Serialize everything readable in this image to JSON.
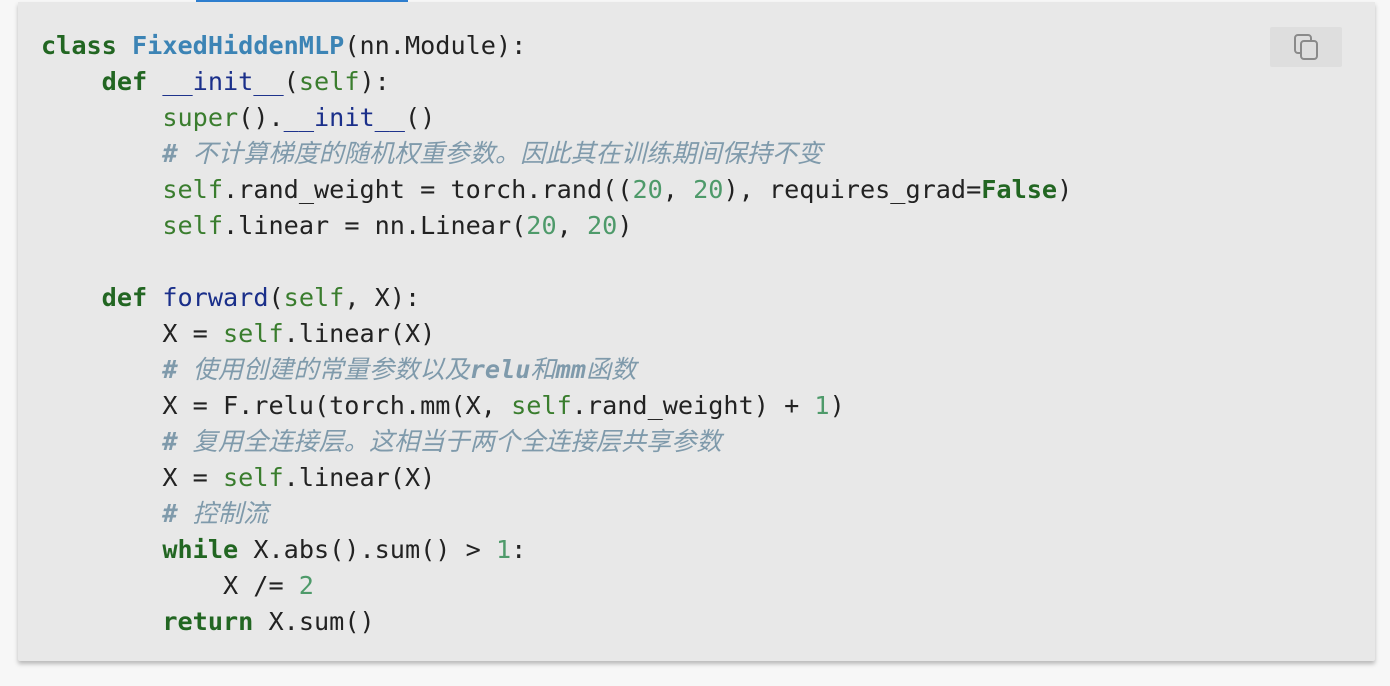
{
  "copy_button": {
    "icon": "copy-icon",
    "label": ""
  },
  "code_lines": [
    [
      {
        "t": "kw",
        "v": "class"
      },
      {
        "t": "p",
        "v": " "
      },
      {
        "t": "cls",
        "v": "FixedHiddenMLP"
      },
      {
        "t": "p",
        "v": "(nn.Module):"
      }
    ],
    [
      {
        "t": "p",
        "v": "    "
      },
      {
        "t": "kw",
        "v": "def"
      },
      {
        "t": "p",
        "v": " "
      },
      {
        "t": "fn",
        "v": "__init__"
      },
      {
        "t": "p",
        "v": "("
      },
      {
        "t": "bi",
        "v": "self"
      },
      {
        "t": "p",
        "v": "):"
      }
    ],
    [
      {
        "t": "p",
        "v": "        "
      },
      {
        "t": "bi",
        "v": "super"
      },
      {
        "t": "p",
        "v": "()."
      },
      {
        "t": "fn",
        "v": "__init__"
      },
      {
        "t": "p",
        "v": "()"
      }
    ],
    [
      {
        "t": "p",
        "v": "        "
      },
      {
        "t": "cm-mono",
        "v": "# "
      },
      {
        "t": "cm",
        "v": "不计算梯度的随机权重参数。因此其在训练期间保持不变"
      }
    ],
    [
      {
        "t": "p",
        "v": "        "
      },
      {
        "t": "bi",
        "v": "self"
      },
      {
        "t": "p",
        "v": ".rand_weight = torch.rand(("
      },
      {
        "t": "num",
        "v": "20"
      },
      {
        "t": "p",
        "v": ", "
      },
      {
        "t": "num",
        "v": "20"
      },
      {
        "t": "p",
        "v": "), requires_grad="
      },
      {
        "t": "kw",
        "v": "False"
      },
      {
        "t": "p",
        "v": ")"
      }
    ],
    [
      {
        "t": "p",
        "v": "        "
      },
      {
        "t": "bi",
        "v": "self"
      },
      {
        "t": "p",
        "v": ".linear = nn.Linear("
      },
      {
        "t": "num",
        "v": "20"
      },
      {
        "t": "p",
        "v": ", "
      },
      {
        "t": "num",
        "v": "20"
      },
      {
        "t": "p",
        "v": ")"
      }
    ],
    [
      {
        "t": "p",
        "v": ""
      }
    ],
    [
      {
        "t": "p",
        "v": "    "
      },
      {
        "t": "kw",
        "v": "def"
      },
      {
        "t": "p",
        "v": " "
      },
      {
        "t": "fn",
        "v": "forward"
      },
      {
        "t": "p",
        "v": "("
      },
      {
        "t": "bi",
        "v": "self"
      },
      {
        "t": "p",
        "v": ", X):"
      }
    ],
    [
      {
        "t": "p",
        "v": "        X = "
      },
      {
        "t": "bi",
        "v": "self"
      },
      {
        "t": "p",
        "v": ".linear(X)"
      }
    ],
    [
      {
        "t": "p",
        "v": "        "
      },
      {
        "t": "cm-mono",
        "v": "# "
      },
      {
        "t": "cm",
        "v": "使用创建的常量参数以及"
      },
      {
        "t": "cm-mono",
        "v": "relu"
      },
      {
        "t": "cm",
        "v": "和"
      },
      {
        "t": "cm-mono",
        "v": "mm"
      },
      {
        "t": "cm",
        "v": "函数"
      }
    ],
    [
      {
        "t": "p",
        "v": "        X = F.relu(torch.mm(X, "
      },
      {
        "t": "bi",
        "v": "self"
      },
      {
        "t": "p",
        "v": ".rand_weight) + "
      },
      {
        "t": "num",
        "v": "1"
      },
      {
        "t": "p",
        "v": ")"
      }
    ],
    [
      {
        "t": "p",
        "v": "        "
      },
      {
        "t": "cm-mono",
        "v": "# "
      },
      {
        "t": "cm",
        "v": "复用全连接层。这相当于两个全连接层共享参数"
      }
    ],
    [
      {
        "t": "p",
        "v": "        X = "
      },
      {
        "t": "bi",
        "v": "self"
      },
      {
        "t": "p",
        "v": ".linear(X)"
      }
    ],
    [
      {
        "t": "p",
        "v": "        "
      },
      {
        "t": "cm-mono",
        "v": "# "
      },
      {
        "t": "cm",
        "v": "控制流"
      }
    ],
    [
      {
        "t": "p",
        "v": "        "
      },
      {
        "t": "kw",
        "v": "while"
      },
      {
        "t": "p",
        "v": " X.abs().sum() > "
      },
      {
        "t": "num",
        "v": "1"
      },
      {
        "t": "p",
        "v": ":"
      }
    ],
    [
      {
        "t": "p",
        "v": "            X /= "
      },
      {
        "t": "num",
        "v": "2"
      }
    ],
    [
      {
        "t": "p",
        "v": "        "
      },
      {
        "t": "kw",
        "v": "return"
      },
      {
        "t": "p",
        "v": " X.sum()"
      }
    ]
  ]
}
